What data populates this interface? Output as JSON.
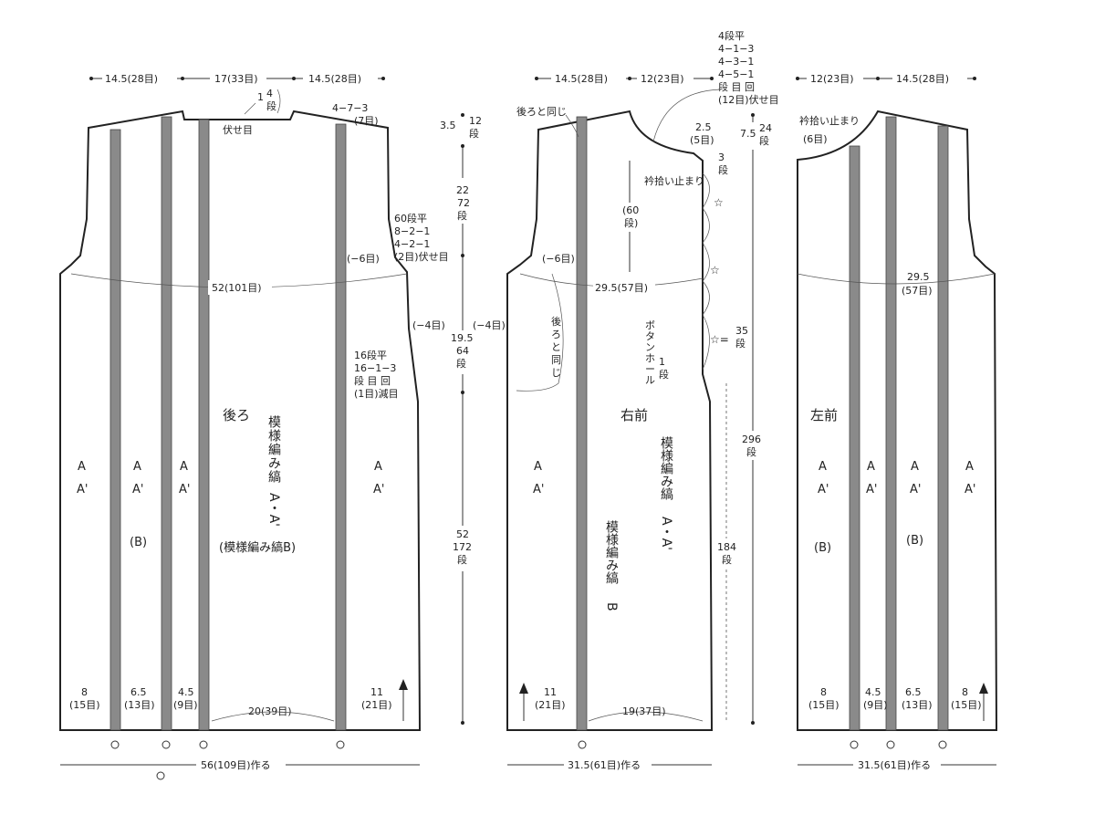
{
  "back": {
    "title": "後ろ",
    "top_measures": [
      "14.5(28目)",
      "17(33目)",
      "14.5(28目)"
    ],
    "neck_label": "伏せ目",
    "neck_rows": [
      "1",
      "4",
      "段"
    ],
    "shoulder_shaping": [
      "4−7−3",
      "(7目)"
    ],
    "armhole_shaping": [
      "60段平",
      "8−2−1",
      "4−2−1",
      "(2目)伏せ目"
    ],
    "armhole_rows": "(−6目)",
    "side_shaping": [
      "16段平",
      "16−1−3",
      "段 目 回",
      "(1目)減目"
    ],
    "side_dec_left": "(−4目)",
    "side_dec_right": "(−4目)",
    "chest": "52(101目)",
    "pattern_label_vertical": [
      "模様編み縞",
      "A・A'"
    ],
    "pattern_b": "(模様編み縞B)",
    "b_label": "(B)",
    "aa_label": [
      "A",
      "A'"
    ],
    "bottom_measures": [
      "8",
      "(15目)",
      "6.5",
      "(13目)",
      "4.5",
      "(9目)",
      "20(39目)",
      "11",
      "(21目)"
    ],
    "cast_on": "56(109目)作る"
  },
  "vertical_measures": {
    "top_a": "3.5",
    "top_a_rows": [
      "12",
      "段"
    ],
    "top_b": "22",
    "top_b_rows": [
      "72",
      "段"
    ],
    "mid": "19.5",
    "mid_rows": [
      "64",
      "段"
    ],
    "low": "52",
    "low_rows": [
      "172",
      "段"
    ],
    "front_top": "7.5",
    "front_top_rows": [
      "24",
      "段"
    ],
    "front_total": [
      "296",
      "段"
    ],
    "front_band": [
      "184",
      "段"
    ]
  },
  "right_front": {
    "title": "右前",
    "top_measures": [
      "14.5(28目)",
      "12(23目)"
    ],
    "neck_shaping": [
      "4段平",
      "4−1−3",
      "4−3−1",
      "4−5−1",
      "段 目 回",
      "(12目)伏せ目"
    ],
    "same_as_back_top": "後ろと同じ",
    "same_as_back_side": [
      "後",
      "ろ",
      "と",
      "同",
      "じ"
    ],
    "collar_end": "衿拾い止まり",
    "collar_measure": [
      "2.5",
      "(5目)"
    ],
    "rows_3": [
      "3",
      "段"
    ],
    "rows_60": [
      "(60",
      "段)"
    ],
    "rows_35": [
      "35",
      "段"
    ],
    "rows_1": [
      "1",
      "段"
    ],
    "buttonhole": [
      "ボ",
      "タ",
      "ン",
      "ホ",
      "ー",
      "ル"
    ],
    "armhole_rows": "(−6目)",
    "chest": "29.5(57目)",
    "side_dec": "(−4目)",
    "pattern_aa": [
      "模様編み縞",
      "A・A'"
    ],
    "pattern_b": [
      "模様編み縞",
      "B"
    ],
    "bottom_measures": [
      "11",
      "(21目)",
      "19(37目)"
    ],
    "cast_on": "31.5(61目)作る",
    "star": "☆",
    "star_eq": "☆="
  },
  "left_front": {
    "title": "左前",
    "top_measures": [
      "12(23目)",
      "14.5(28目)"
    ],
    "collar_end": "衿拾い止まり",
    "collar_rows": "(6目)",
    "chest": [
      "29.5",
      "(57目)"
    ],
    "bottom_measures": [
      "8",
      "(15目)",
      "4.5",
      "(9目)",
      "6.5",
      "(13目)",
      "8",
      "(15目)"
    ],
    "cast_on": "31.5(61目)作る"
  }
}
